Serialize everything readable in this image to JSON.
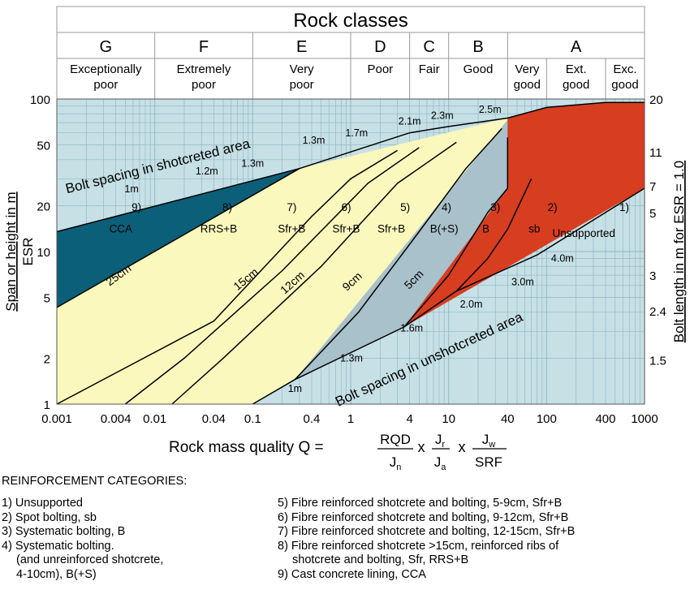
{
  "colors": {
    "background": "#c6e0e6",
    "grid": "#93b9c4",
    "yellow": "#fbf8bd",
    "teal": "#0b5f78",
    "red": "#d73d1f",
    "grey": "#a8c1ca",
    "header_bg": "#ffffff",
    "line": "#000000"
  },
  "chart_data": {
    "type": "area",
    "title": "Rock classes",
    "xlabel": "Rock mass quality Q = RQD/Jn x Jr/Ja x Jw/SRF",
    "xlabel_parts": {
      "prefix": "Rock mass quality Q = ",
      "f1_num": "RQD",
      "f1_den": "J",
      "f1_den_sub": "n",
      "f2_num": "J",
      "f2_num_sub": "r",
      "f2_den": "J",
      "f2_den_sub": "a",
      "f3_num": "J",
      "f3_num_sub": "w",
      "f3_den": "SRF",
      "times": "x"
    },
    "ylabel_line1": "Span or height in m",
    "ylabel_line2": "ESR",
    "y2label": "Bolt length in m for ESR = 1.0",
    "x_scale": "log",
    "y_scale": "log",
    "xlim": [
      0.001,
      1000
    ],
    "ylim": [
      1,
      100
    ],
    "x_ticks": [
      "0.001",
      "0.004",
      "0.01",
      "0.04",
      "0.1",
      "0.4",
      "1",
      "4",
      "10",
      "40",
      "100",
      "400",
      "1000"
    ],
    "x_tick_values": [
      0.001,
      0.004,
      0.01,
      0.04,
      0.1,
      0.4,
      1,
      4,
      10,
      40,
      100,
      400,
      1000
    ],
    "y_ticks": [
      "1",
      "2",
      "5",
      "10",
      "20",
      "50",
      "100"
    ],
    "y_tick_values": [
      1,
      2,
      5,
      10,
      20,
      50,
      100
    ],
    "y2_ticks": [
      {
        "label": "20",
        "y": 100
      },
      {
        "label": "11",
        "y": 45
      },
      {
        "label": "7",
        "y": 27
      },
      {
        "label": "5",
        "y": 18
      },
      {
        "label": "3",
        "y": 7
      },
      {
        "label": "2.4",
        "y": 4.1
      },
      {
        "label": "1.5",
        "y": 1.95
      }
    ],
    "rock_classes": [
      {
        "letter": "G",
        "name_lines": [
          "Exceptionally",
          "poor"
        ],
        "range": [
          0.001,
          0.01
        ]
      },
      {
        "letter": "F",
        "name_lines": [
          "Extremely",
          "poor"
        ],
        "range": [
          0.01,
          0.1
        ]
      },
      {
        "letter": "E",
        "name_lines": [
          "Very",
          "poor"
        ],
        "range": [
          0.1,
          1
        ]
      },
      {
        "letter": "D",
        "name_lines": [
          "Poor",
          ""
        ],
        "range": [
          1,
          4
        ]
      },
      {
        "letter": "C",
        "name_lines": [
          "Fair",
          ""
        ],
        "range": [
          4,
          10
        ]
      },
      {
        "letter": "B",
        "name_lines": [
          "Good",
          ""
        ],
        "range": [
          10,
          40
        ]
      },
      {
        "letter": "A",
        "name_lines": [],
        "range": [
          40,
          1000
        ]
      }
    ],
    "subclasses_A": [
      {
        "name_lines": [
          "Very",
          "good"
        ],
        "range": [
          40,
          100
        ]
      },
      {
        "name_lines": [
          "Ext.",
          "good"
        ],
        "range": [
          100,
          400
        ]
      },
      {
        "name_lines": [
          "Exc.",
          "good"
        ],
        "range": [
          400,
          1000
        ]
      }
    ],
    "regions": [
      {
        "id": "yellow-shotcrete",
        "points": [
          [
            0.001,
            4.3
          ],
          [
            0.001,
            1
          ],
          [
            0.1,
            1
          ],
          [
            0.27,
            1.45
          ],
          [
            3.5,
            3.2
          ],
          [
            40,
            73
          ],
          [
            40,
            75
          ],
          [
            0.3,
            35
          ]
        ]
      },
      {
        "id": "teal-cca",
        "points": [
          [
            0.001,
            4.3
          ],
          [
            0.001,
            13.5
          ],
          [
            0.3,
            35
          ]
        ]
      },
      {
        "id": "grey-unreinforced",
        "points": [
          [
            0.27,
            1.45
          ],
          [
            3.5,
            3.2
          ],
          [
            40,
            26
          ],
          [
            40,
            73
          ]
        ]
      },
      {
        "id": "red-bolting",
        "points": [
          [
            3.5,
            3.2
          ],
          [
            1000,
            26
          ],
          [
            1000,
            95
          ],
          [
            400,
            95
          ],
          [
            100,
            88
          ],
          [
            40,
            75
          ],
          [
            40,
            26
          ]
        ]
      }
    ],
    "boundary_lines": [
      {
        "points": [
          [
            0.001,
            4.3
          ],
          [
            0.3,
            35
          ]
        ]
      },
      {
        "points": [
          [
            0.001,
            13.5
          ],
          [
            0.3,
            35
          ],
          [
            1,
            45
          ],
          [
            4,
            60
          ],
          [
            10,
            66
          ],
          [
            40,
            75
          ],
          [
            100,
            88
          ],
          [
            400,
            95
          ],
          [
            1000,
            95
          ]
        ]
      },
      {
        "points": [
          [
            0.1,
            1
          ],
          [
            0.27,
            1.45
          ],
          [
            3.5,
            3.2
          ],
          [
            12,
            5.5
          ],
          [
            80,
            9.5
          ],
          [
            1000,
            26
          ]
        ]
      },
      {
        "points": [
          [
            0.001,
            1
          ],
          [
            0.04,
            3.5
          ],
          [
            0.4,
            17
          ],
          [
            1,
            30
          ],
          [
            3,
            46
          ]
        ]
      },
      {
        "points": [
          [
            0.005,
            1
          ],
          [
            0.02,
            2
          ],
          [
            0.2,
            7.5
          ],
          [
            1.5,
            28
          ],
          [
            5,
            48
          ]
        ]
      },
      {
        "points": [
          [
            0.015,
            1
          ],
          [
            0.05,
            2
          ],
          [
            0.5,
            8
          ],
          [
            3,
            28
          ],
          [
            12,
            52
          ]
        ]
      },
      {
        "points": [
          [
            0.27,
            1.45
          ],
          [
            1.2,
            4
          ],
          [
            5,
            13.5
          ],
          [
            15,
            35
          ],
          [
            35,
            64
          ]
        ]
      },
      {
        "points": [
          [
            3.5,
            3.2
          ],
          [
            10,
            7
          ],
          [
            25,
            18
          ],
          [
            40,
            26
          ],
          [
            40,
            56
          ]
        ]
      },
      {
        "points": [
          [
            12,
            5.5
          ],
          [
            25,
            9
          ],
          [
            40,
            14
          ],
          [
            70,
            30
          ]
        ]
      }
    ],
    "region_labels": [
      {
        "text": "9)",
        "x": 0.0065,
        "y": 18.5
      },
      {
        "text": "CCA",
        "x": 0.0045,
        "y": 13.3
      },
      {
        "text": "8)",
        "x": 0.055,
        "y": 18.5
      },
      {
        "text": "RRS+B",
        "x": 0.045,
        "y": 13.3
      },
      {
        "text": "7)",
        "x": 0.25,
        "y": 18.5
      },
      {
        "text": "Sfr+B",
        "x": 0.25,
        "y": 13.3
      },
      {
        "text": "6)",
        "x": 0.9,
        "y": 18.5
      },
      {
        "text": "Sfr+B",
        "x": 0.9,
        "y": 13.3
      },
      {
        "text": "5)",
        "x": 3.6,
        "y": 18.5
      },
      {
        "text": "Sfr+B",
        "x": 2.6,
        "y": 13.3
      },
      {
        "text": "4)",
        "x": 9.5,
        "y": 18.5
      },
      {
        "text": "B(+S)",
        "x": 9.0,
        "y": 13.3
      },
      {
        "text": "3)",
        "x": 30,
        "y": 18.5
      },
      {
        "text": "B",
        "x": 24,
        "y": 13.3
      },
      {
        "text": "2)",
        "x": 115,
        "y": 18.5
      },
      {
        "text": "sb",
        "x": 75,
        "y": 13.3
      },
      {
        "text": "1)",
        "x": 620,
        "y": 18.5
      },
      {
        "text": "Unsupported",
        "x": 240,
        "y": 12.5
      }
    ],
    "spacing_labels": [
      {
        "text": "1m",
        "x": 0.0058,
        "y": 24.5
      },
      {
        "text": "1.2m",
        "x": 0.034,
        "y": 32
      },
      {
        "text": "1.3m",
        "x": 0.1,
        "y": 36
      },
      {
        "text": "1.3m",
        "x": 0.42,
        "y": 51
      },
      {
        "text": "1.7m",
        "x": 1.15,
        "y": 57
      },
      {
        "text": "2.1m",
        "x": 4.0,
        "y": 68
      },
      {
        "text": "2.3m",
        "x": 8.6,
        "y": 74
      },
      {
        "text": "2.5m",
        "x": 26.5,
        "y": 81
      },
      {
        "text": "1m",
        "x": 0.27,
        "y": 1.2
      },
      {
        "text": "1.3m",
        "x": 1.02,
        "y": 1.9
      },
      {
        "text": "1.6m",
        "x": 4.2,
        "y": 3.0
      },
      {
        "text": "2.0m",
        "x": 17,
        "y": 4.3
      },
      {
        "text": "3.0m",
        "x": 57,
        "y": 6.0
      },
      {
        "text": "4.0m",
        "x": 145,
        "y": 8.6
      }
    ],
    "thickness_labels": [
      {
        "text": "25cm",
        "x": 0.0045,
        "y": 6.7,
        "angle": -36
      },
      {
        "text": "15cm",
        "x": 0.09,
        "y": 6.3,
        "angle": -39
      },
      {
        "text": "12cm",
        "x": 0.27,
        "y": 6.0,
        "angle": -42
      },
      {
        "text": "9cm",
        "x": 1.1,
        "y": 6.1,
        "angle": -42
      },
      {
        "text": "5cm",
        "x": 4.7,
        "y": 6.3,
        "angle": -45
      }
    ],
    "area_labels": [
      {
        "text": "Bolt spacing in shotcreted area",
        "x": 0.011,
        "y": 34,
        "angle": -14
      },
      {
        "text": "Bolt spacing in unshotcreted area",
        "x": 6.6,
        "y": 1.85,
        "angle": -25
      }
    ]
  },
  "legend": {
    "header": "REINFORCEMENT CATEGORIES:",
    "left": [
      "1) Unsupported",
      "2) Spot bolting, sb",
      "3) Systematic bolting, B",
      "4) Systematic bolting.",
      "(and unreinforced shotcrete,",
      "4-10cm), B(+S)"
    ],
    "right": [
      "5) Fibre reinforced shotcrete and bolting, 5-9cm, Sfr+B",
      "6) Fibre reinforced shotcrete and bolting, 9-12cm, Sfr+B",
      "7) Fibre reinforced shotcrete and bolting, 12-15cm, Sfr+B",
      "8) Fibre reinforced shotcrete >15cm, reinforced ribs of",
      "shotcrete and bolting, Sfr, RRS+B",
      "9) Cast concrete lining, CCA"
    ]
  }
}
